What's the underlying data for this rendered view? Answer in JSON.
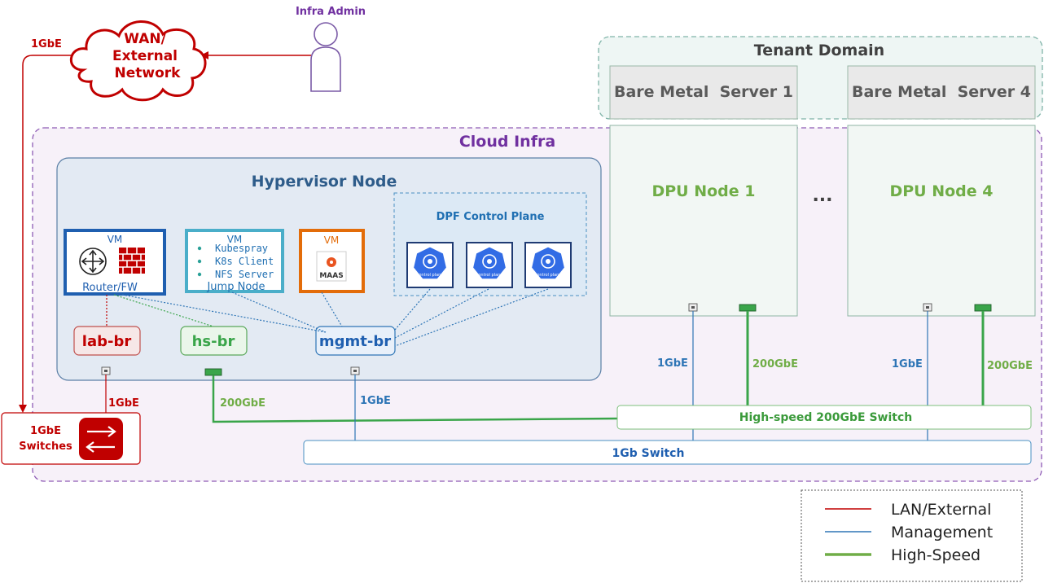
{
  "admin": {
    "label": "Infra Admin"
  },
  "wan": {
    "line1": "WAN/",
    "line2": "External",
    "line3": "Network",
    "link_label": "1GbE"
  },
  "tenant_domain": {
    "title": "Tenant Domain"
  },
  "cloud_infra": {
    "title": "Cloud Infra"
  },
  "hypervisor": {
    "title": "Hypervisor Node"
  },
  "vm_router": {
    "tag": "VM",
    "label": "Router/FW"
  },
  "vm_jump": {
    "tag": "VM",
    "items": [
      "Kubespray",
      "K8s Client",
      "NFS Server"
    ],
    "label": "Jump Node"
  },
  "vm_maas": {
    "tag": "VM",
    "label": "MAAS"
  },
  "dpf": {
    "title": "DPF Control Plane",
    "icon_caption": "control plane"
  },
  "bridges": {
    "lab": "lab-br",
    "hs": "hs-br",
    "mgmt": "mgmt-br"
  },
  "servers": [
    {
      "bare_metal": "Bare Metal  Server 1",
      "dpu": "DPU Node 1"
    },
    {
      "bare_metal": "Bare Metal  Server 4",
      "dpu": "DPU Node 4"
    }
  ],
  "ellipsis": "...",
  "link_labels": {
    "lab_1gbe": "1GbE",
    "hs_200gbe": "200GbE",
    "mgmt_1gbe": "1GbE",
    "dpu1_1gbe": "1GbE",
    "dpu1_200gbe": "200GbE",
    "dpu4_1gbe": "1GbE",
    "dpu4_200gbe": "200GbE"
  },
  "switch_1gbe": {
    "line1": "1GbE",
    "line2": "Switches"
  },
  "hs_switch": {
    "label": "High-speed 200GbE Switch"
  },
  "gb_switch": {
    "label": "1Gb Switch"
  },
  "legend": [
    {
      "label": "LAN/External",
      "color": "#c00000"
    },
    {
      "label": "Management",
      "color": "#2e75b6"
    },
    {
      "label": "High-Speed",
      "color": "#70ad47"
    }
  ],
  "colors": {
    "lan": "#c00000",
    "mgmt": "#2e75b6",
    "highspeed": "#3aa54a",
    "cloud": "#7030a0",
    "hypervisor_title": "#2e5c8a",
    "dpu_text": "#70ad47",
    "tenant_text": "#404040"
  }
}
